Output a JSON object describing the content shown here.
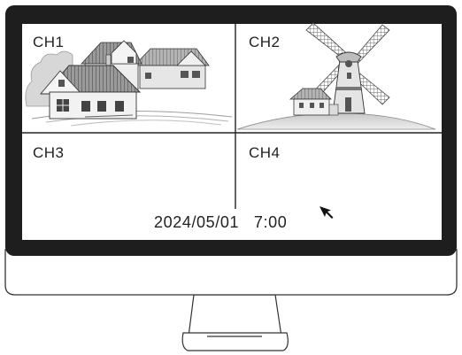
{
  "channels": [
    {
      "label": "CH1",
      "scene": "houses"
    },
    {
      "label": "CH2",
      "scene": "windmill"
    },
    {
      "label": "CH3",
      "scene": "empty"
    },
    {
      "label": "CH4",
      "scene": "empty"
    }
  ],
  "overlay": {
    "datetime": "2024/05/01   7:00"
  },
  "icons": {
    "cursor": "mouse-pointer-icon"
  },
  "colors": {
    "bezel": "#1e1e1e",
    "screen": "#ffffff",
    "outline": "#333333",
    "divider": "#222222"
  }
}
